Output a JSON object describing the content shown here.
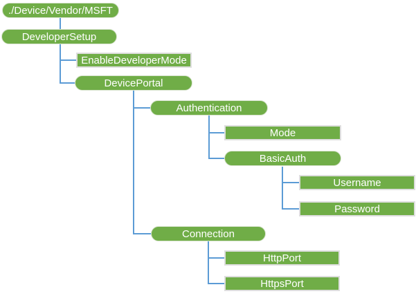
{
  "diagram": {
    "type": "tree",
    "description": "CSP configuration tree diagram",
    "colors": {
      "node_fill": "#70AD47",
      "node_text": "#FFFFFF",
      "connector": "#5B9BD5",
      "leaf_border": "#DEDEDE",
      "pill_border": "#D6E2CC",
      "background": "#FFFFFF"
    },
    "nodes": [
      {
        "id": "root",
        "label": "./Device/Vendor/MSFT",
        "shape": "rounded",
        "parent": null
      },
      {
        "id": "developer-setup",
        "label": "DeveloperSetup",
        "shape": "rounded",
        "parent": "root"
      },
      {
        "id": "enable-developer-mode",
        "label": "EnableDeveloperMode",
        "shape": "rect",
        "parent": "developer-setup"
      },
      {
        "id": "device-portal",
        "label": "DevicePortal",
        "shape": "rounded",
        "parent": "developer-setup"
      },
      {
        "id": "authentication",
        "label": "Authentication",
        "shape": "rounded",
        "parent": "device-portal"
      },
      {
        "id": "mode",
        "label": "Mode",
        "shape": "rect",
        "parent": "authentication"
      },
      {
        "id": "basic-auth",
        "label": "BasicAuth",
        "shape": "rounded",
        "parent": "authentication"
      },
      {
        "id": "username",
        "label": "Username",
        "shape": "rect",
        "parent": "basic-auth"
      },
      {
        "id": "password",
        "label": "Password",
        "shape": "rect",
        "parent": "basic-auth"
      },
      {
        "id": "connection",
        "label": "Connection",
        "shape": "rounded",
        "parent": "device-portal"
      },
      {
        "id": "http-port",
        "label": "HttpPort",
        "shape": "rect",
        "parent": "connection"
      },
      {
        "id": "https-port",
        "label": "HttpsPort",
        "shape": "rect",
        "parent": "connection"
      }
    ]
  }
}
